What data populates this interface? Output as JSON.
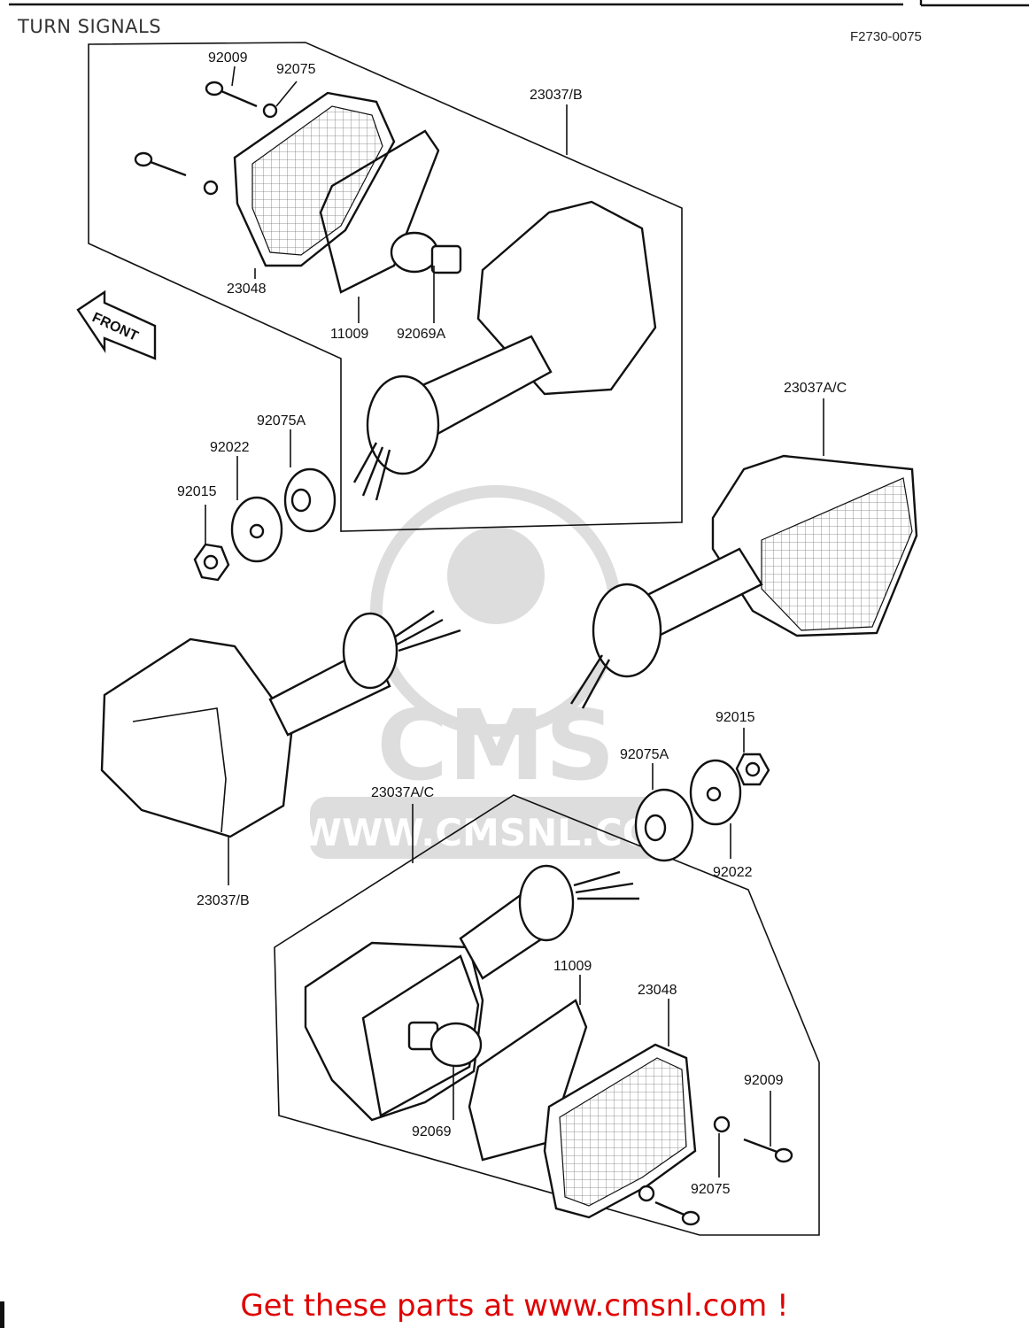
{
  "header": {
    "title": "TURN SIGNALS",
    "diagram_code": "F2730-0075"
  },
  "front_marker": "FRONT",
  "watermark": {
    "brand": "CMS",
    "url": "WWW.CMSNL.COM"
  },
  "part_labels": {
    "upper_left_assembly": {
      "screw": "92009",
      "washer": "92075",
      "lens": "23048",
      "gasket": "11009",
      "bulb": "92069A",
      "housing": "23037/B",
      "grommet": "92075A",
      "plate_washer": "92022",
      "nut": "92015"
    },
    "right_assembly": {
      "housing": "23037A/C"
    },
    "lower_left_assembly": {
      "housing": "23037/B"
    },
    "lower_right_assembly": {
      "nut": "92015",
      "grommet": "92075A",
      "plate_washer": "92022",
      "housing": "23037A/C",
      "gasket": "11009",
      "lens": "23048",
      "screw": "92009",
      "bulb": "92069",
      "washer": "92075"
    }
  },
  "footer": {
    "call_to_action": "Get these parts at www.cmsnl.com !"
  }
}
